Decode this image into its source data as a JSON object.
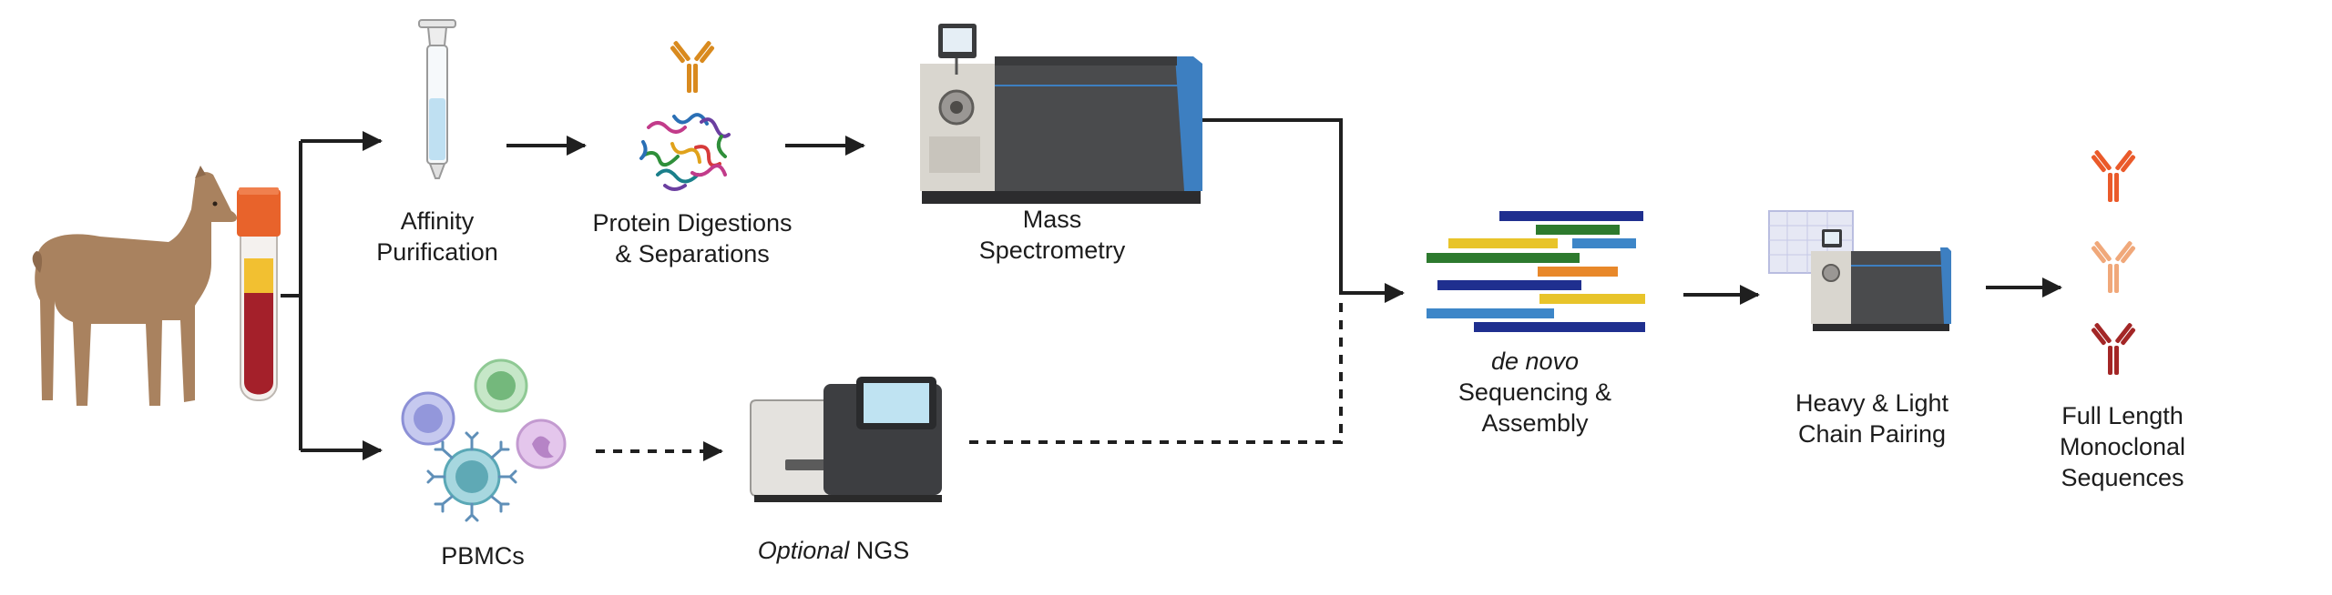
{
  "steps": {
    "affinity": {
      "line1": "Affinity",
      "line2": "Purification"
    },
    "digestion": {
      "line1": "Protein Digestions",
      "line2": "& Separations"
    },
    "mass_spec": {
      "line1": "Mass",
      "line2": "Spectrometry"
    },
    "pbmcs": {
      "line1": "PBMCs"
    },
    "ngs": {
      "italic": "Optional",
      "rest": " NGS"
    },
    "denovo": {
      "italic": "de novo",
      "line2": "Sequencing &",
      "line3": "Assembly"
    },
    "pairing": {
      "line1": "Heavy & Light",
      "line2": "Chain Pairing"
    },
    "result": {
      "line1": "Full Length",
      "line2": "Monoclonal",
      "line3": "Sequences"
    }
  },
  "colors": {
    "arrow": "#1f1f1f",
    "llama": "#a9825f",
    "tube_cap": "#e8632b",
    "serum": "#f2c031",
    "blood": "#a4202a",
    "antibody_orange": "#d98a1e",
    "antibody_red": "#ea5a2a",
    "antibody_peach": "#f0a87a",
    "antibody_dark": "#a32626",
    "instrument_body": "#4a4b4d",
    "instrument_panel": "#d9d6cf",
    "instrument_accent": "#3d7fc1"
  },
  "icons": [
    "llama-icon",
    "blood-tube-icon",
    "affinity-column-icon",
    "antibody-icon",
    "peptides-icon",
    "mass-spectrometer-icon",
    "pbmc-cells-icon",
    "ngs-sequencer-icon",
    "sequence-bars-icon"
  ]
}
